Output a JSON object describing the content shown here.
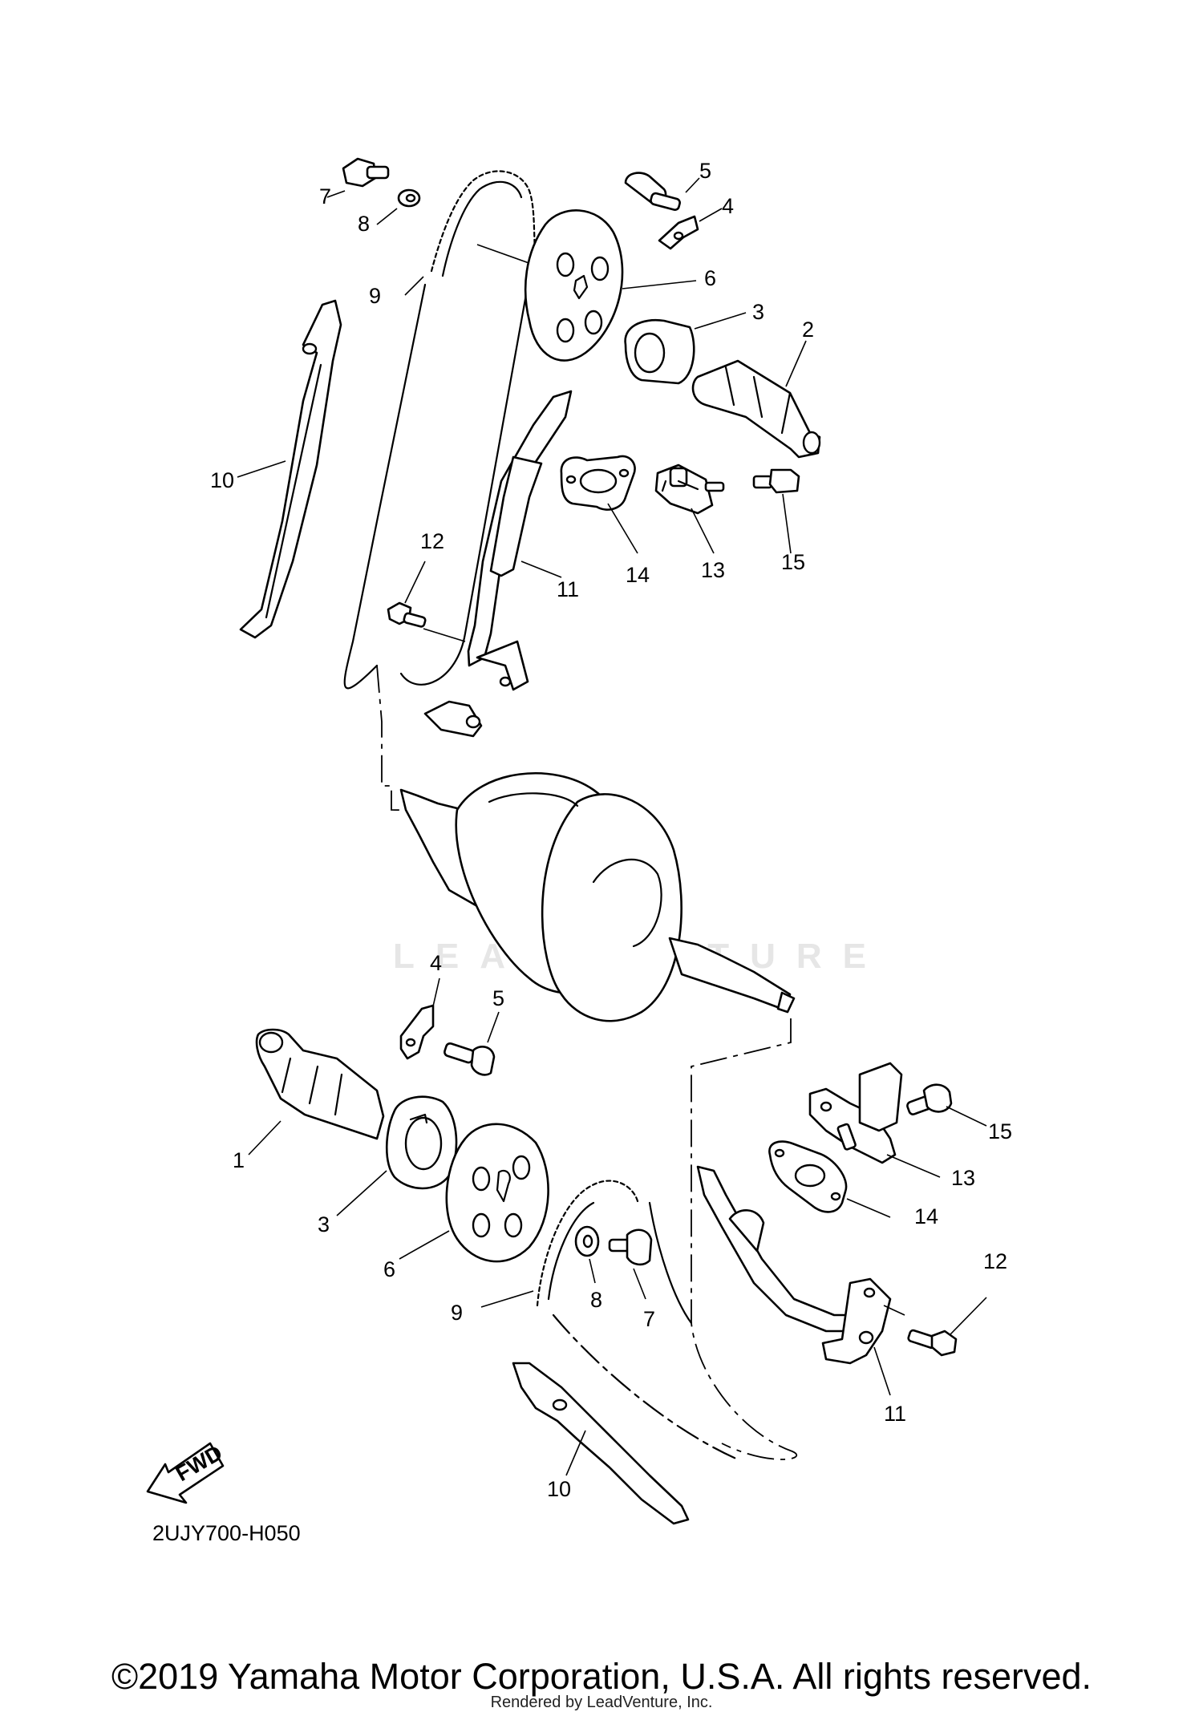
{
  "watermark_text": "LEADVENTURE",
  "diagram_code": "2UJY700-H050",
  "fwd_label": "FWD",
  "copyright": "©2019 Yamaha Motor Corporation, U.S.A. All rights reserved.",
  "rendered_by": "Rendered by LeadVenture, Inc.",
  "callouts": {
    "top_7": "7",
    "top_8": "8",
    "top_9": "9",
    "top_5": "5",
    "top_4": "4",
    "top_6": "6",
    "top_3": "3",
    "top_2": "2",
    "top_10": "10",
    "top_12": "12",
    "top_11": "11",
    "top_14": "14",
    "top_13": "13",
    "top_15": "15",
    "mid_4": "4",
    "mid_5": "5",
    "bot_1": "1",
    "bot_3": "3",
    "bot_6": "6",
    "bot_9": "9",
    "bot_8": "8",
    "bot_7": "7",
    "bot_15": "15",
    "bot_13": "13",
    "bot_14": "14",
    "bot_12": "12",
    "bot_11": "11",
    "bot_10": "10"
  }
}
